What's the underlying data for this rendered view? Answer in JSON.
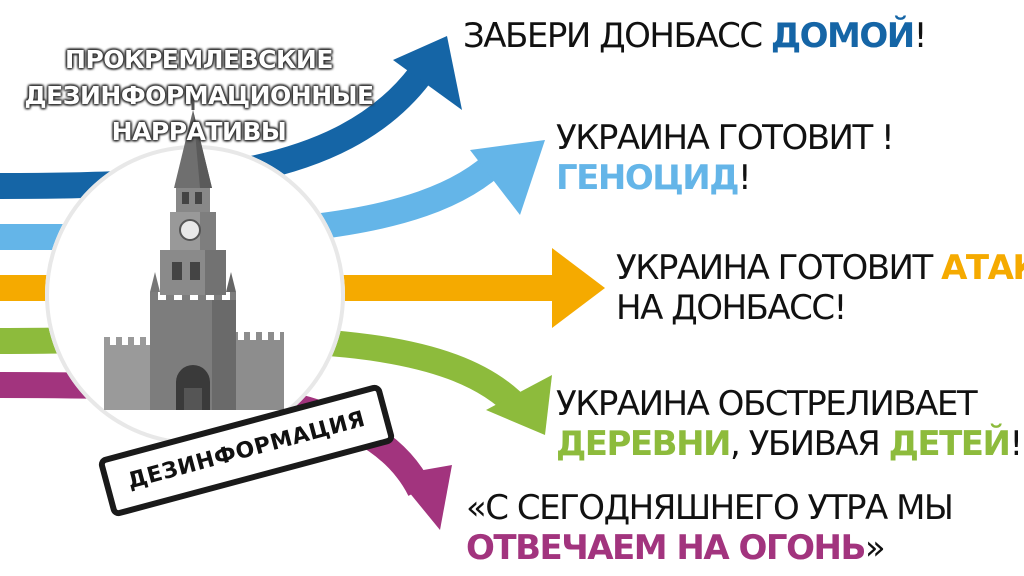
{
  "title": {
    "lines": [
      "ПРОКРЕМЛЕВСКИЕ",
      "ДЕЗИНФОРМАЦИОННЫЕ",
      "НАРРАТИВЫ"
    ]
  },
  "stamp_label": "ДЕЗИНФОРМАЦИЯ",
  "colors": {
    "blue_dark": "#1565a6",
    "blue_light": "#64b5e8",
    "yellow": "#f5aa00",
    "green": "#8dbb3c",
    "purple": "#a2347e"
  },
  "claims": [
    {
      "id": "claim-1",
      "color_key": "blue_dark",
      "lines": [
        {
          "before": "ЗАБЕРИ ДОНБАСС ",
          "highlight": "ДОМОЙ",
          "after": "!"
        }
      ]
    },
    {
      "id": "claim-2",
      "color_key": "blue_light",
      "lines": [
        {
          "before": "УКРАИНА ГОТОВИТ !",
          "highlight": "",
          "after": ""
        },
        {
          "before": "",
          "highlight": "ГЕНОЦИД",
          "after": "!"
        }
      ]
    },
    {
      "id": "claim-3",
      "color_key": "yellow",
      "lines": [
        {
          "before": "УКРАИНА ГОТОВИТ ",
          "highlight": "АТАКУ",
          "after": ""
        },
        {
          "before": "НА ДОНБАСС!",
          "highlight": "",
          "after": ""
        }
      ]
    },
    {
      "id": "claim-4",
      "color_key": "green",
      "lines": [
        {
          "before": "УКРАИНА ОБСТРЕЛИВАЕТ",
          "highlight": "",
          "after": ""
        },
        {
          "before": "",
          "highlight": "ДЕРЕВНИ",
          "after": ", УБИВАЯ ",
          "highlight2": "ДЕТЕЙ",
          "after2": "!"
        }
      ]
    },
    {
      "id": "claim-5",
      "color_key": "purple",
      "lines": [
        {
          "before": "«С СЕГОДНЯШНЕГО УТРА МЫ",
          "highlight": "",
          "after": ""
        },
        {
          "before": "",
          "highlight": "ОТВЕЧАЕМ НА ОГОНЬ",
          "after": "»"
        }
      ]
    }
  ]
}
